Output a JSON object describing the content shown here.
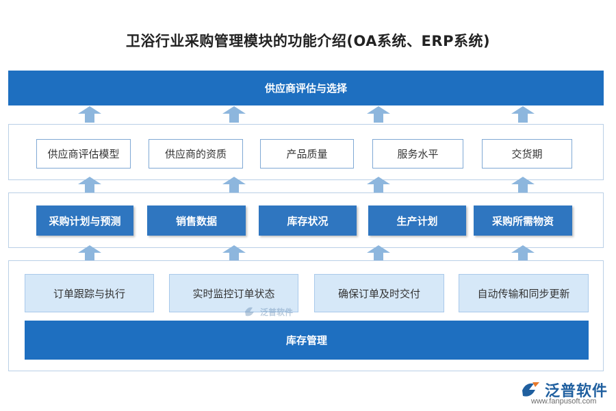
{
  "title": "卫浴行业采购管理模块的功能介绍(OA系统、ERP系统)",
  "top_banner": "供应商评估与选择",
  "row_evaluation": [
    "供应商评估模型",
    "供应商的资质",
    "产品质量",
    "服务水平",
    "交货期"
  ],
  "row_planning": [
    "采购计划与预测",
    "销售数据",
    "库存状况",
    "生产计划",
    "采购所需物资"
  ],
  "row_orders": [
    "订单跟踪与执行",
    "实时监控订单状态",
    "确保订单及时交付",
    "自动传输和同步更新"
  ],
  "base_bar": "库存管理",
  "watermark": "泛普软件",
  "logo": {
    "name": "泛普软件",
    "url": "www.fanpusoft.com"
  },
  "colors": {
    "primary": "#1e6fc0",
    "solid_box": "#2f76c0",
    "light_box": "#d6e8f8",
    "arrow": "#8db6dd",
    "panel_border": "#b9cfe6"
  }
}
